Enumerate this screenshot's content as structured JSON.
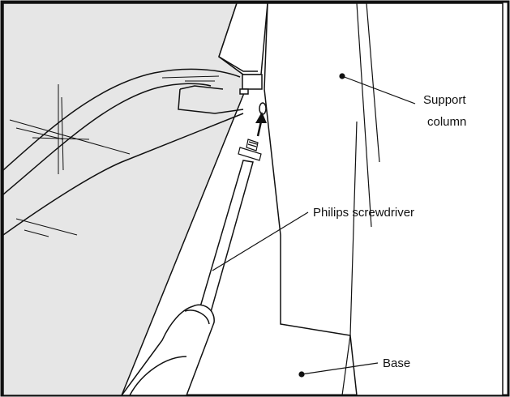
{
  "labels": {
    "support_column_line1": "Support",
    "support_column_line2": "column",
    "philips_screwdriver": "Philips screwdriver",
    "base": "Base"
  },
  "colors": {
    "panel_fill": "#e6e6e6",
    "stroke": "#111111",
    "background": "#ffffff"
  }
}
